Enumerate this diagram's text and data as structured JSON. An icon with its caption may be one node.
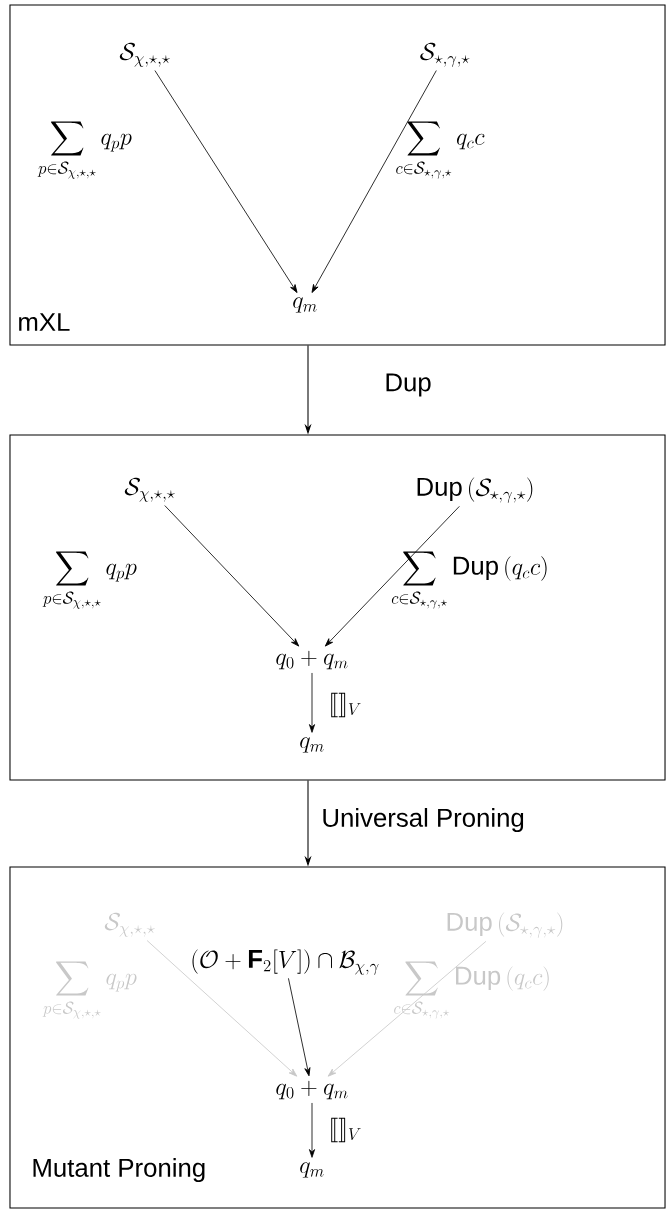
{
  "diagram": {
    "nodes": [
      {
        "text": [
          "mXL"
        ]
      },
      {
        "text": [
          "\\mathcal{S}_{\\chi,\\star,\\star}"
        ],
        "in": 0
      },
      {
        "text": [
          "\\mathcal{S}_{\\star,\\gamma,\\star}"
        ],
        "in": 0
      },
      {
        "text": [
          "q_m"
        ],
        "in": 0
      },
      {
        "text": [],
        "shape": "box"
      },
      {
        "text": [
          "\\mathcal{S}_{\\chi,\\star,\\star}"
        ],
        "in": 4
      },
      {
        "text": [
          "\\textsf{Dup}\\left(\\mathcal{S}_{\\star,\\gamma,\\star}\\right)"
        ],
        "in": 4
      },
      {
        "text": [
          "q_0+q_m"
        ],
        "in": 4
      },
      {
        "text": [
          "q_m"
        ],
        "in": 4
      },
      {
        "text": [
          "Mutant Proning"
        ]
      },
      {
        "text": [
          "\\mathcal{S}_{\\chi,\\star,\\star}"
        ],
        "in": 9
      },
      {
        "text": [
          "\\textsf{Dup}\\left(\\mathcal{S}_{\\star,\\gamma,\\star}\\right)"
        ],
        "in": 9
      },
      {
        "text": [
          "\\left(\\mathcal{O}+\\mathbf{F}_2[V]\\right)\\cap\\mathcal{B}_{\\chi,\\gamma}"
        ],
        "in": 9
      },
      {
        "text": [
          "q_0+q_m"
        ],
        "in": 9
      },
      {
        "text": [
          "q_m"
        ],
        "in": 9
      }
    ],
    "edges": [
      {
        "from": 1,
        "to": 3,
        "arrow": "to",
        "label": "\\sum_{p\\in\\mathcal{S}_{\\chi,\\star,\\star}} q_p p"
      },
      {
        "from": 2,
        "to": 3,
        "arrow": "to",
        "label": "\\sum_{c\\in\\mathcal{S}_{\\star,\\gamma,\\star}} q_c c"
      },
      {
        "from": 0,
        "to": 4,
        "arrow": "to",
        "label": "Dup"
      },
      {
        "from": 5,
        "to": 7,
        "arrow": "to",
        "label": "\\sum_{p\\in\\mathcal{S}_{\\chi,\\star,\\star}} q_p p"
      },
      {
        "from": 6,
        "to": 7,
        "arrow": "to",
        "label": "\\sum_{c\\in\\mathcal{S}_{\\star,\\gamma,\\star}} \\textsf{Dup}\\left(q_c c\\right)"
      },
      {
        "from": 7,
        "to": 8,
        "arrow": "to",
        "label": "\\llbracket\\rrbracket_V"
      },
      {
        "from": 4,
        "to": 9,
        "arrow": "to",
        "label": "Universal Proning"
      },
      {
        "from": 10,
        "to": 13,
        "arrow": "to",
        "color": "#c8c8c8",
        "label": "\\sum_{p\\in\\mathcal{S}_{\\chi,\\star,\\star}} q_p p"
      },
      {
        "from": 11,
        "to": 13,
        "arrow": "to",
        "color": "#c8c8c8",
        "label": "\\sum_{c\\in\\mathcal{S}_{\\star,\\gamma,\\star}} \\textsf{Dup}\\left(q_c c\\right)"
      },
      {
        "from": 12,
        "to": 13,
        "arrow": "to"
      },
      {
        "from": 13,
        "to": 14,
        "arrow": "to",
        "label": "\\llbracket\\rrbracket_V"
      }
    ]
  }
}
